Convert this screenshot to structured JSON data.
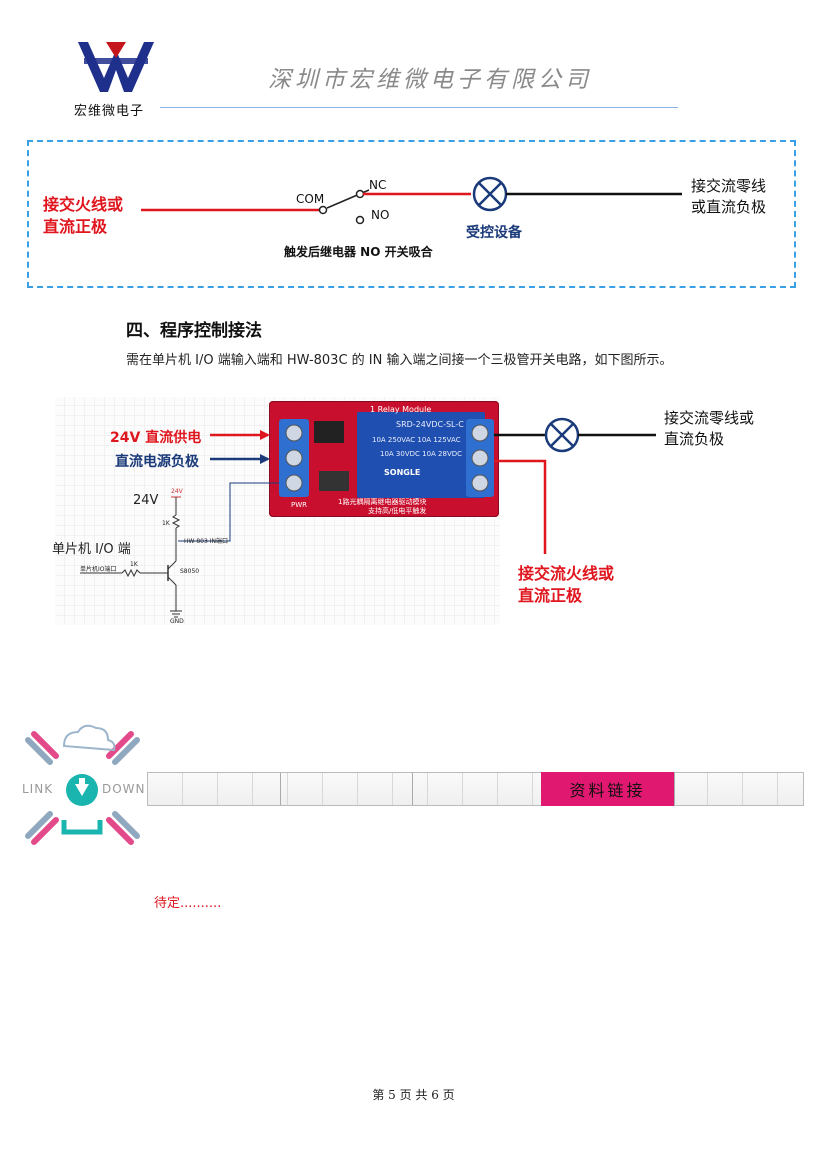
{
  "header": {
    "logo_text": "宏维微电子",
    "company": "深圳市宏维微电子有限公司"
  },
  "diagram1": {
    "left_label": [
      "接交火线或",
      "直流正极"
    ],
    "com": "COM",
    "nc": "NC",
    "no": "NO",
    "device": "受控设备",
    "right_label": [
      "接交流零线",
      "或直流负极"
    ],
    "caption": "触发后继电器 NO 开关吸合"
  },
  "section": {
    "title": "四、程序控制接法",
    "desc": "需在单片机 I/O 端输入端和 HW-803C 的 IN 输入端之间接一个三极管开关电路，如下图所示。"
  },
  "diagram2": {
    "supply_24v": "24V 直流供电",
    "supply_neg": "直流电源负极",
    "v24": "24V",
    "mcu": "单片机 I/O 端",
    "module_text": [
      "1 Relay Module",
      "SRD-24VDC-SL-C",
      "10A 250VAC  10A 125VAC",
      "10A 30VDC  10A 28VDC",
      "SONGLE",
      "1路光耦隔离继电器驱动模块",
      "支持高/低电平触发",
      "PWR"
    ],
    "right_label": [
      "接交流零线或",
      "直流负极"
    ],
    "bottom_label": [
      "接交流火线或",
      "直流正极"
    ],
    "sch": {
      "v24": "24V",
      "r1": "1K",
      "in_port": "HW-803 IN端口",
      "r2": "1K",
      "mcu_port": "单片机IO端口",
      "transistor": "S8050",
      "gnd": "GND"
    }
  },
  "link": {
    "link_word": "LINK",
    "down_word": "DOWN",
    "button": "资料链接"
  },
  "pending": "待定..........",
  "footer": "第 5 页 共 6 页",
  "colors": {
    "red": "#e0161e",
    "navy": "#1a3a7a",
    "dash": "#3aa0e6",
    "magenta": "#e0186f"
  }
}
